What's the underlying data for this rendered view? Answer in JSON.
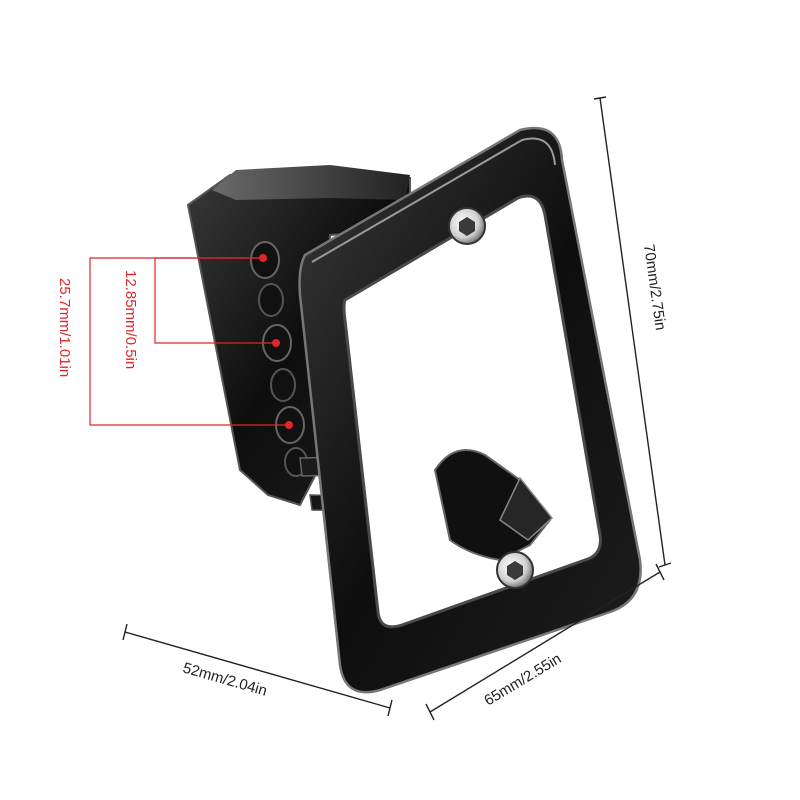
{
  "colors": {
    "background": "#ffffff",
    "metal_dark": "#0b0b0b",
    "metal_mid": "#2a2a2a",
    "metal_edge": "#5a5a5a",
    "highlight": "#8a8a8a",
    "dimension_line": "#222222",
    "hole_marker": "#e0262a"
  },
  "dimensions": {
    "height": "70mm/2.75in",
    "depth": "65mm/2.55in",
    "width": "52mm/2.04in",
    "hole_spacing_small": "12.85mm/0.5in",
    "hole_spacing_large": "25.7mm/1.01in"
  },
  "icons": {
    "product": "bracket-mount-icon",
    "bolt": "hex-bolt-icon"
  }
}
